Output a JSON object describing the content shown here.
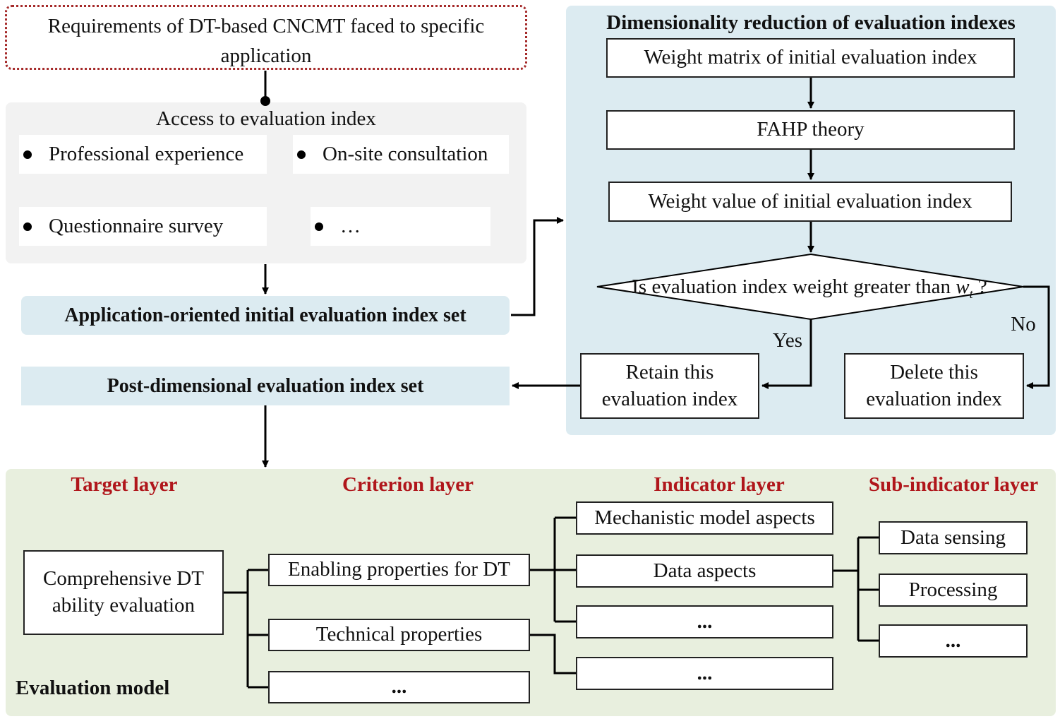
{
  "requirements": {
    "text": "Requirements of DT-based CNCMT faced to specific application"
  },
  "access": {
    "title": "Access to evaluation index",
    "items": [
      "Professional experience",
      "On-site consultation",
      "Questionnaire survey",
      "…"
    ]
  },
  "initial_set": {
    "label": "Application-oriented initial evaluation index set"
  },
  "post_set": {
    "label": "Post-dimensional evaluation index set"
  },
  "dimred": {
    "title": "Dimensionality reduction of evaluation indexes",
    "step1": "Weight matrix of initial evaluation index",
    "step2": "FAHP theory",
    "step3": "Weight value of initial evaluation index",
    "decision": "Is evaluation index weight greater than",
    "threshold_symbol": "w",
    "threshold_sub": "t",
    "decision_suffix": " ?",
    "yes_label": "Yes",
    "no_label": "No",
    "retain": "Retain this evaluation index",
    "delete": "Delete this evaluation index"
  },
  "model": {
    "label": "Evaluation model",
    "layers": {
      "target": "Target layer",
      "criterion": "Criterion layer",
      "indicator": "Indicator layer",
      "subindicator": "Sub-indicator layer"
    },
    "target_box": "Comprehensive DT ability evaluation",
    "criteria": [
      "Enabling properties for DT",
      "Technical properties",
      "..."
    ],
    "indicators": [
      "Mechanistic model aspects",
      "Data aspects",
      "...",
      "..."
    ],
    "subindicators": [
      "Data sensing",
      "Processing",
      "..."
    ]
  },
  "colors": {
    "layer_header": "#b0161b",
    "requirements_border": "#a52a2a",
    "blue_panel": "#dcebf1",
    "green_panel": "#e8efde",
    "gray_panel": "#f2f2f2"
  }
}
